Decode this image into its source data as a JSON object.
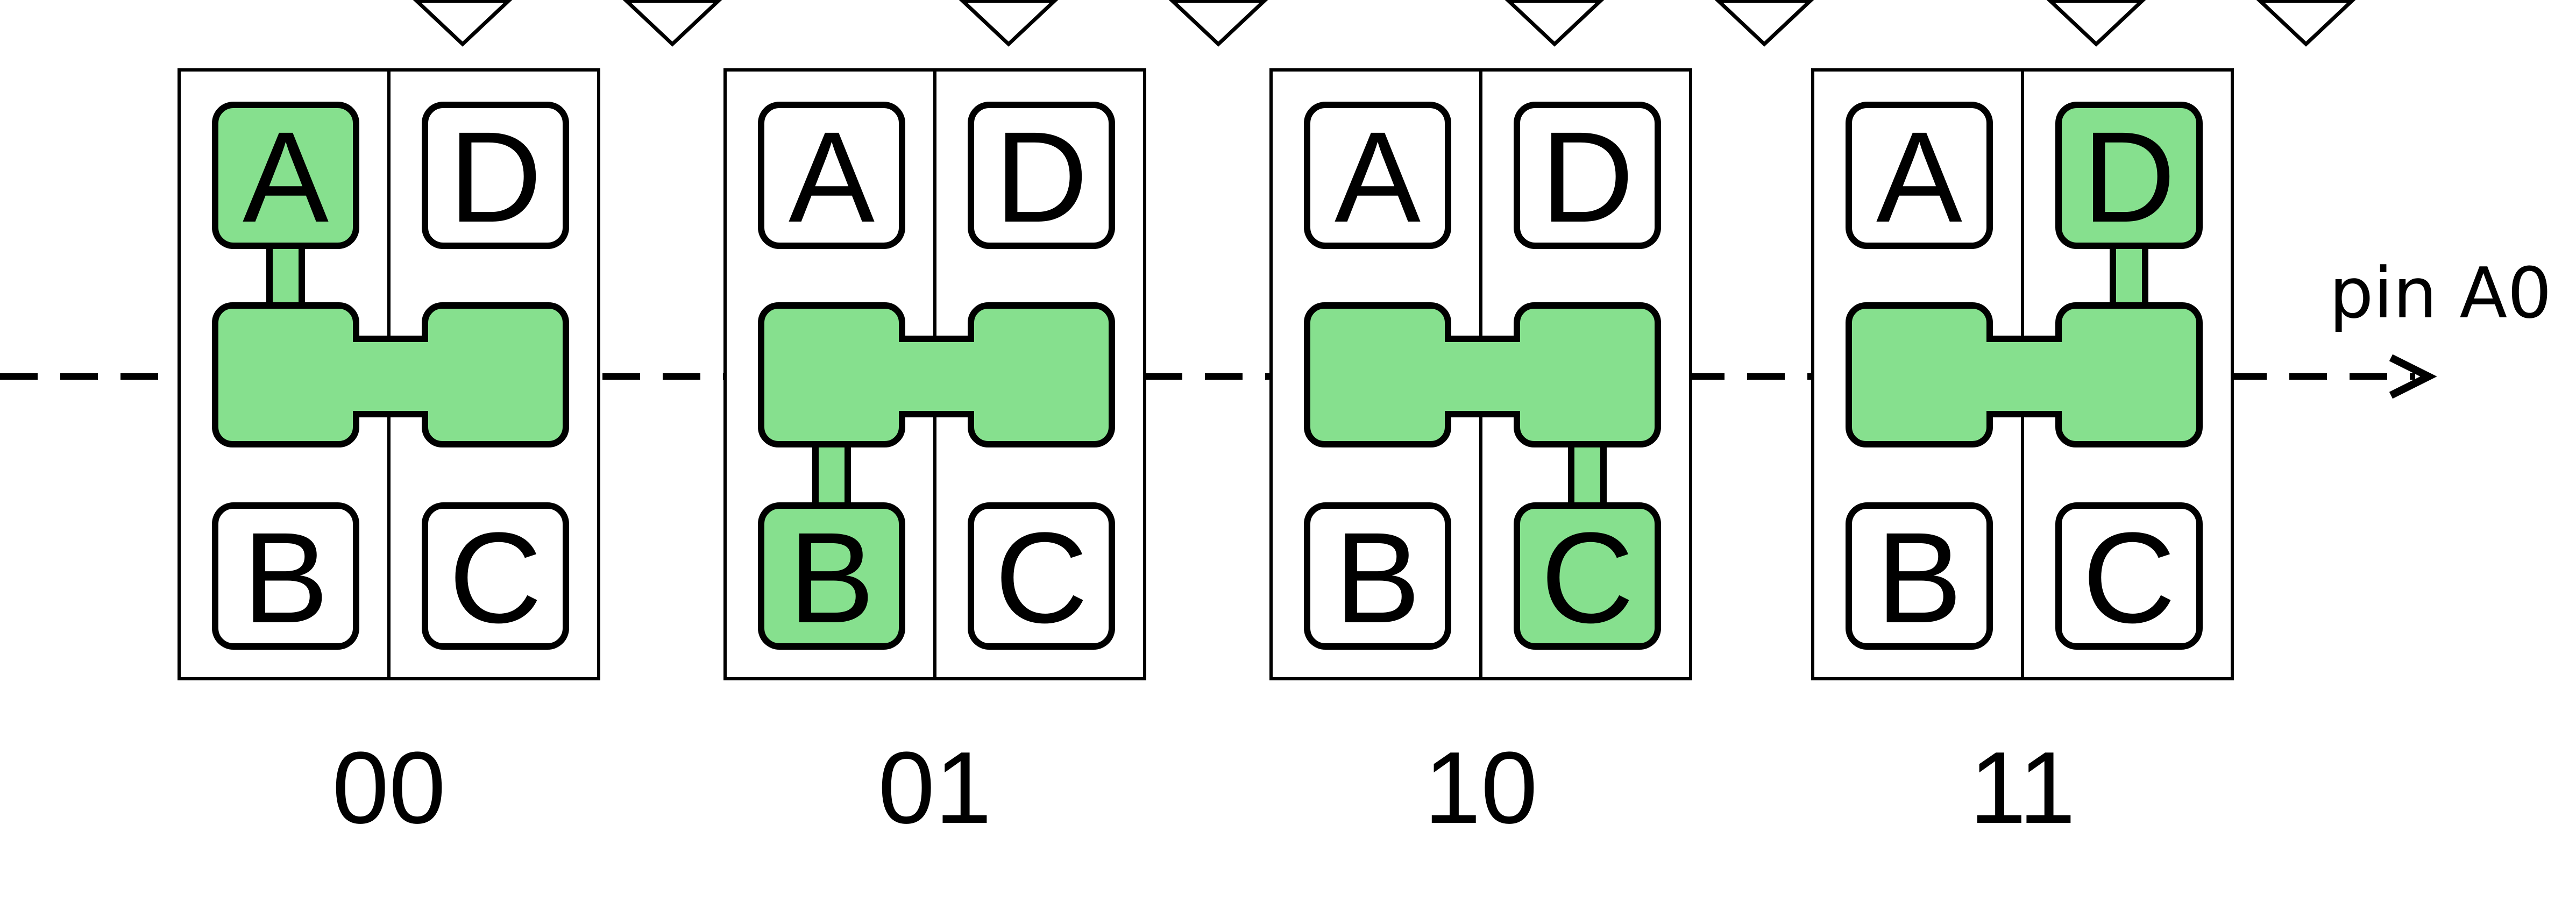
{
  "colors": {
    "active_fill": "#86e08e",
    "inactive_fill": "#ffffff",
    "stroke": "#000000"
  },
  "pin_label": "pin A0",
  "cell_labels": {
    "A": "A",
    "B": "B",
    "C": "C",
    "D": "D"
  },
  "selectors": [
    {
      "code": "00",
      "selected": "A"
    },
    {
      "code": "01",
      "selected": "B"
    },
    {
      "code": "10",
      "selected": "C"
    },
    {
      "code": "11",
      "selected": "D"
    }
  ]
}
